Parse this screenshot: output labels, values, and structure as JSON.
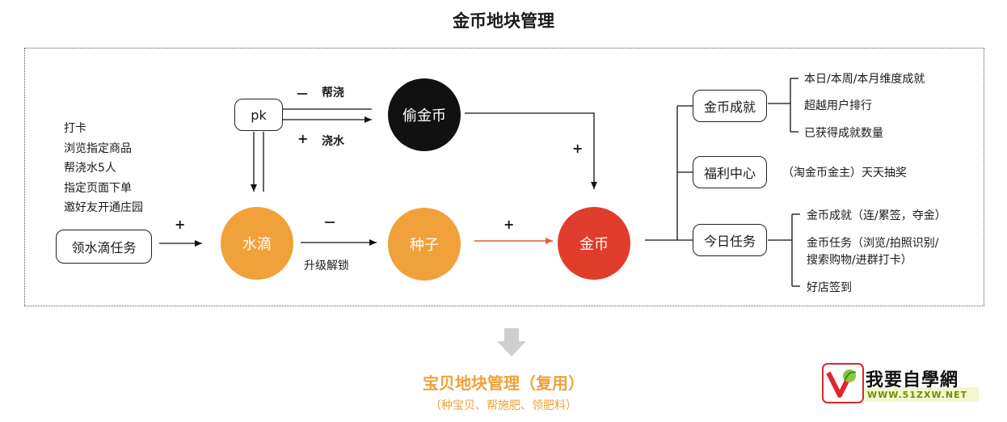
{
  "title": "金币地块管理",
  "tasks_list": [
    "打卡",
    "浏览指定商品",
    "帮浇水5人",
    "指定页面下单",
    "邀好友开通庄园"
  ],
  "nodes": {
    "collect_task": "领水滴任务",
    "pk": "pk",
    "water_drop": "水滴",
    "steal_coin": "偷金币",
    "seed": "种子",
    "coin": "金币",
    "coin_achievement": "金币成就",
    "welfare_center": "福利中心",
    "daily_tasks": "今日任务"
  },
  "edges": {
    "task_to_drop_sign": "+",
    "pk_help_sign": "－",
    "pk_help_label": "帮浇",
    "pk_water_sign": "+",
    "pk_water_label": "浇水",
    "drop_to_seed_sign": "－",
    "drop_to_seed_label": "升级解锁",
    "seed_to_coin_sign": "+",
    "steal_to_coin_sign": "+"
  },
  "achievement_items": [
    "本日/本周/本月维度成就",
    "超越用户排行",
    "已获得成就数量"
  ],
  "welfare_note": "（淘金币金主）天天抽奖",
  "daily_items": [
    "金币成就（连/累签，夺金）",
    "金币任务（浏览/拍照识别/",
    "搜索购物/进群打卡）",
    "好店签到"
  ],
  "footer": {
    "subtitle": "宝贝地块管理（复用）",
    "note": "（种宝贝、帮施肥、领肥料）"
  },
  "logo": {
    "text": "我要自學網",
    "url": "WWW.51ZXW.NET"
  },
  "colors": {
    "orange": "#f0a13a",
    "red": "#e03c2b",
    "black": "#111111",
    "arrow_red": "#e85a3c",
    "gray_arrow": "#cfcfcf"
  }
}
